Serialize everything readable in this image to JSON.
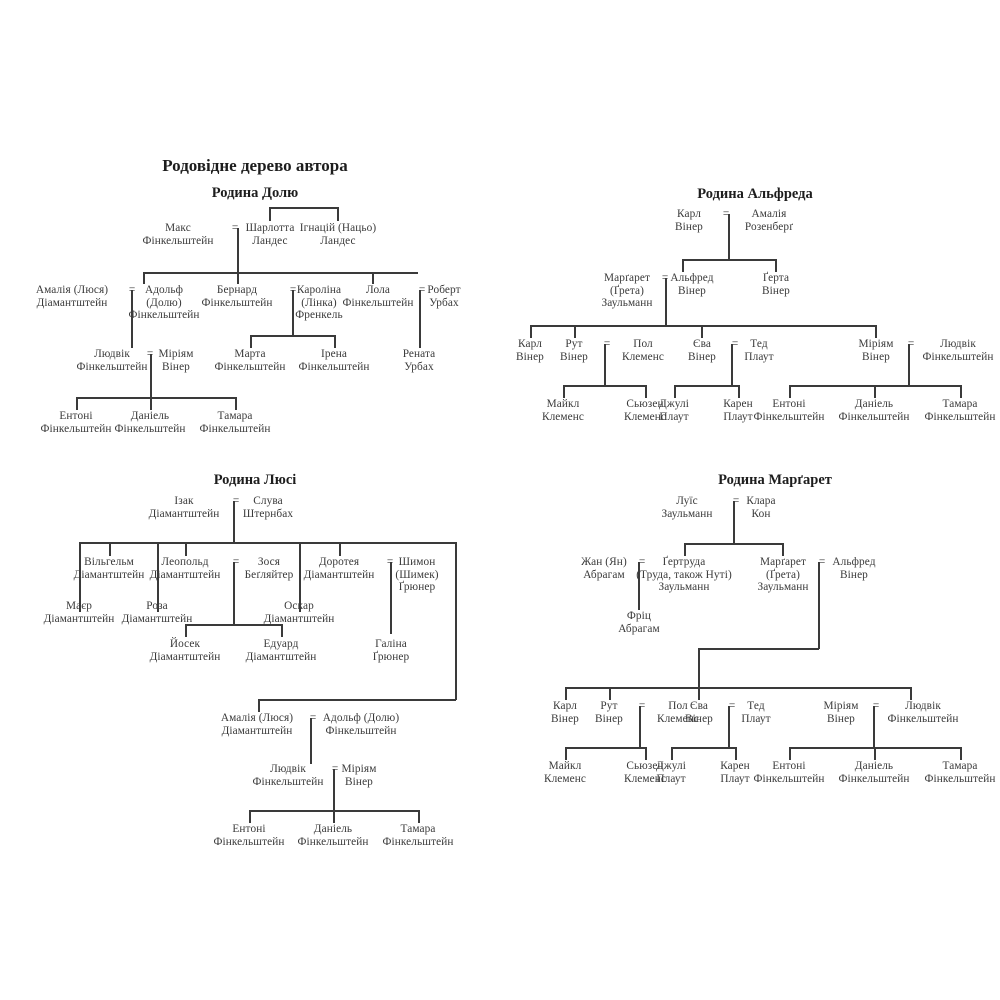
{
  "document": {
    "title": "Родовідне дерево автора",
    "language": "uk",
    "type": "genealogy-family-tree-chart",
    "trees": [
      {
        "id": "tree-dolyu",
        "title": "Родина Долю",
        "position": "top-left",
        "people": [
          {
            "id": "max_f",
            "name": "Макс\nФінкельштейн"
          },
          {
            "id": "sharlotta_l",
            "name": "Шарлотта\nЛандес"
          },
          {
            "id": "ignatsiy_l",
            "name": "Ігнацій (Нацьо)\nЛандес"
          },
          {
            "id": "amaliya_d",
            "name": "Амалія (Люся)\nДіамантштейн"
          },
          {
            "id": "adolf_f",
            "name": "Адольф\n(Долю)\nФінкельштейн"
          },
          {
            "id": "bernard_f",
            "name": "Бернард\nФінкельштейн"
          },
          {
            "id": "karolina_fr",
            "name": "Кароліна\n(Лінка)\nФренкель"
          },
          {
            "id": "lola_f",
            "name": "Лола\nФінкельштейн"
          },
          {
            "id": "robert_u",
            "name": "Роберт\nУрбах"
          },
          {
            "id": "lyudvik_f",
            "name": "Людвік\nФінкельштейн"
          },
          {
            "id": "miriyam_v",
            "name": "Міріям\nВінер"
          },
          {
            "id": "marta_f",
            "name": "Марта\nФінкельштейн"
          },
          {
            "id": "irena_f",
            "name": "Ірена\nФінкельштейн"
          },
          {
            "id": "renata_u",
            "name": "Рената\nУрбах"
          },
          {
            "id": "entoni_f",
            "name": "Ентоні\nФінкельштейн"
          },
          {
            "id": "daniel_f",
            "name": "Даніель\nФінкельштейн"
          },
          {
            "id": "tamara_f",
            "name": "Тамара\nФінкельштейн"
          }
        ]
      },
      {
        "id": "tree-alfred",
        "title": "Родина Альфреда",
        "position": "top-right",
        "people": [
          {
            "id": "karl_v",
            "name": "Карл\nВінер"
          },
          {
            "id": "amaliya_r",
            "name": "Амалія\nРозенберґ"
          },
          {
            "id": "margaret_z",
            "name": "Марґарет\n(Ґрета)\nЗаульманн"
          },
          {
            "id": "alfred_v",
            "name": "Альфред\nВінер"
          },
          {
            "id": "gerta_v",
            "name": "Ґерта\nВінер"
          },
          {
            "id": "karl_v2",
            "name": "Карл\nВінер"
          },
          {
            "id": "rut_v",
            "name": "Рут\nВінер"
          },
          {
            "id": "pol_k",
            "name": "Пол\nКлеменс"
          },
          {
            "id": "yeva_v",
            "name": "Єва\nВінер"
          },
          {
            "id": "ted_p",
            "name": "Тед\nПлаут"
          },
          {
            "id": "miriyam_v2",
            "name": "Міріям\nВінер"
          },
          {
            "id": "lyudvik_f2",
            "name": "Людвік\nФінкельштейн"
          },
          {
            "id": "maykl_k",
            "name": "Майкл\nКлеменс"
          },
          {
            "id": "syuzen_k",
            "name": "Сьюзен\nКлеменс"
          },
          {
            "id": "dzhuli_p",
            "name": "Джулі\nПлаут"
          },
          {
            "id": "karen_p",
            "name": "Карен\nПлаут"
          },
          {
            "id": "entoni_f2",
            "name": "Ентоні\nФінкельштейн"
          },
          {
            "id": "daniel_f2",
            "name": "Даніель\nФінкельштейн"
          },
          {
            "id": "tamara_f2",
            "name": "Тамара\nФінкельштейн"
          }
        ]
      },
      {
        "id": "tree-lyusi",
        "title": "Родина Люсі",
        "position": "bottom-left",
        "people": [
          {
            "id": "izak_d",
            "name": "Ізак\nДіамантштейн"
          },
          {
            "id": "sluva_sh",
            "name": "Слува\nШтернбах"
          },
          {
            "id": "vilhelm_d",
            "name": "Вільгельм\nДіамантштейн"
          },
          {
            "id": "leopold_d",
            "name": "Леопольд\nДіамантштейн"
          },
          {
            "id": "zosya_b",
            "name": "Зося\nБеґляйтер"
          },
          {
            "id": "doroteya_d",
            "name": "Доротея\nДіамантштейн"
          },
          {
            "id": "shymon_g",
            "name": "Шимон\n(Шимек)\nҐрюнер"
          },
          {
            "id": "mayer_d",
            "name": "Маєр\nДіамантштейн"
          },
          {
            "id": "roza_d",
            "name": "Роза\nДіамантштейн"
          },
          {
            "id": "oskar_d",
            "name": "Оскар\nДіамантштейн"
          },
          {
            "id": "yosek_d",
            "name": "Йосек\nДіамантштейн"
          },
          {
            "id": "eduard_d",
            "name": "Едуард\nДіамантштейн"
          },
          {
            "id": "halina_g",
            "name": "Галіна\nҐрюнер"
          },
          {
            "id": "amaliya_d2",
            "name": "Амалія (Люся)\nДіамантштейн"
          },
          {
            "id": "adolf_f2",
            "name": "Адольф (Долю)\nФінкельштейн"
          },
          {
            "id": "lyudvik_f3",
            "name": "Людвік\nФінкельштейн"
          },
          {
            "id": "miriyam_v3",
            "name": "Міріям\nВінер"
          },
          {
            "id": "entoni_f3",
            "name": "Ентоні\nФінкельштейн"
          },
          {
            "id": "daniel_f3",
            "name": "Даніель\nФінкельштейн"
          },
          {
            "id": "tamara_f3",
            "name": "Тамара\nФінкельштейн"
          }
        ]
      },
      {
        "id": "tree-margaret",
        "title": "Родина Марґарет",
        "position": "bottom-right",
        "people": [
          {
            "id": "luis_z",
            "name": "Луїс\nЗаульманн"
          },
          {
            "id": "klara_k",
            "name": "Клара\nКон"
          },
          {
            "id": "zhan_a",
            "name": "Жан (Ян)\nАбрагам"
          },
          {
            "id": "gertruda_z",
            "name": "Ґертруда\n(Труда, також Нуті)\nЗаульманн"
          },
          {
            "id": "margaret_z2",
            "name": "Марґарет\n(Ґрета)\nЗаульманн"
          },
          {
            "id": "alfred_v2",
            "name": "Альфред\nВінер"
          },
          {
            "id": "frits_a",
            "name": "Фріц\nАбрагам"
          },
          {
            "id": "karl_v3",
            "name": "Карл\nВінер"
          },
          {
            "id": "rut_v2",
            "name": "Рут\nВінер"
          },
          {
            "id": "pol_k2",
            "name": "Пол\nКлеменс"
          },
          {
            "id": "yeva_v2",
            "name": "Єва\nВінер"
          },
          {
            "id": "ted_p2",
            "name": "Тед\nПлаут"
          },
          {
            "id": "miriyam_v4",
            "name": "Міріям\nВінер"
          },
          {
            "id": "lyudvik_f4",
            "name": "Людвік\nФінкельштейн"
          },
          {
            "id": "maykl_k2",
            "name": "Майкл\nКлеменс"
          },
          {
            "id": "syuzen_k2",
            "name": "Сьюзен\nКлеменс"
          },
          {
            "id": "dzhuli_p2",
            "name": "Джулі\nПлаут"
          },
          {
            "id": "karen_p2",
            "name": "Карен\nПлаут"
          },
          {
            "id": "entoni_f4",
            "name": "Ентоні\nФінкельштейн"
          },
          {
            "id": "daniel_f4",
            "name": "Даніель\nФінкельштейн"
          },
          {
            "id": "tamara_f4",
            "name": "Тамара\nФінкельштейн"
          }
        ]
      }
    ],
    "marriage_symbol": "=",
    "colors": {
      "text": "#3a3a3a",
      "line": "#3a3a3a",
      "title": "#1d1d1d",
      "background": "#ffffff"
    }
  }
}
